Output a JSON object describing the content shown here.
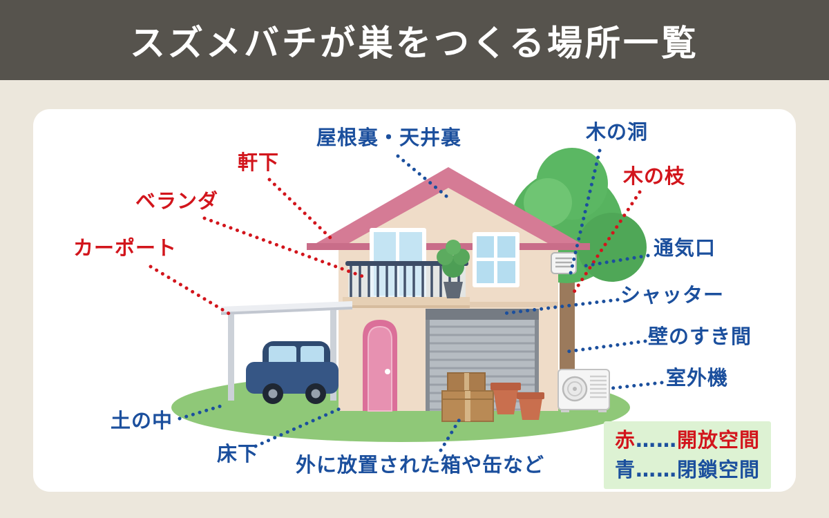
{
  "page": {
    "title": "スズメバチが巣をつくる場所一覧"
  },
  "colors": {
    "red": "#d2151c",
    "blue": "#1b4f9d",
    "header_bg": "#56534d",
    "page_bg": "#ece7dc",
    "card_bg": "#ffffff",
    "legend_bg": "#ddf2d3",
    "roof_pink": "#d57b95",
    "wall_beige": "#efdcc8",
    "grass_green": "#8fc878"
  },
  "labels": [
    {
      "id": "attic",
      "text": "屋根裏・天井裏",
      "color": "blue"
    },
    {
      "id": "tree-hollow",
      "text": "木の洞",
      "color": "blue"
    },
    {
      "id": "eaves",
      "text": "軒下",
      "color": "red"
    },
    {
      "id": "tree-branch",
      "text": "木の枝",
      "color": "red"
    },
    {
      "id": "veranda",
      "text": "ベランダ",
      "color": "red"
    },
    {
      "id": "vent",
      "text": "通気口",
      "color": "blue"
    },
    {
      "id": "carport",
      "text": "カーポート",
      "color": "red"
    },
    {
      "id": "shutter",
      "text": "シャッター",
      "color": "blue"
    },
    {
      "id": "wall-gap",
      "text": "壁のすき間",
      "color": "blue"
    },
    {
      "id": "ac-unit",
      "text": "室外機",
      "color": "blue"
    },
    {
      "id": "underground",
      "text": "土の中",
      "color": "blue"
    },
    {
      "id": "underfloor",
      "text": "床下",
      "color": "blue"
    },
    {
      "id": "boxes",
      "text": "外に放置された箱や缶など",
      "color": "blue"
    }
  ],
  "legend": {
    "rows": [
      {
        "key": "赤",
        "dots": "……",
        "value": "開放空間",
        "color": "red"
      },
      {
        "key": "青",
        "dots": "……",
        "value": "閉鎖空間",
        "color": "blue"
      }
    ]
  },
  "illustration": {
    "scene_icons": [
      "two-story-house-icon",
      "pink-roof-icon",
      "balcony-icon",
      "balcony-plant-icon",
      "garage-shutter-icon",
      "front-door-icon",
      "window-icon",
      "vent-louver-icon",
      "tree-icon",
      "carport-icon",
      "car-icon",
      "outdoor-ac-unit-icon",
      "cardboard-box-icon",
      "flower-pot-icon",
      "lawn-icon"
    ]
  }
}
